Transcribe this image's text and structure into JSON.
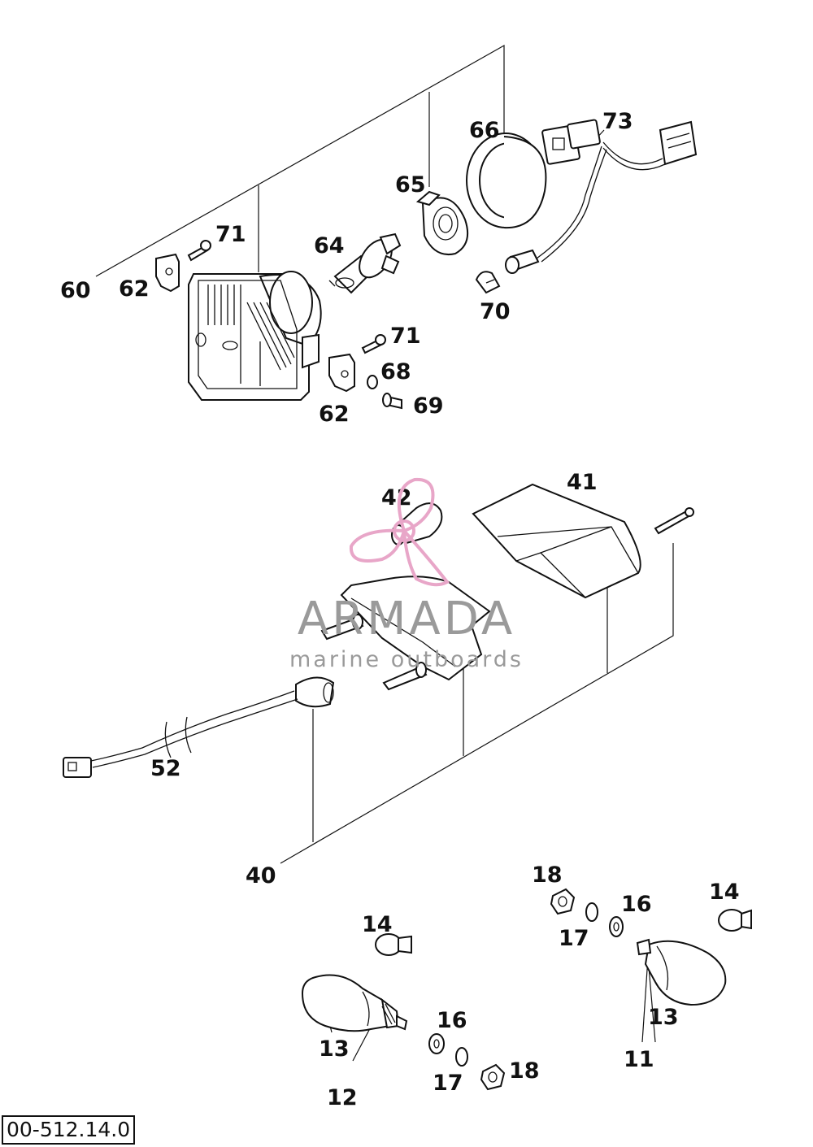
{
  "callouts": {
    "c60": "60",
    "c62a": "62",
    "c71a": "71",
    "c64": "64",
    "c65": "65",
    "c66": "66",
    "c73": "73",
    "c70": "70",
    "c71b": "71",
    "c68": "68",
    "c69": "69",
    "c62b": "62",
    "c42": "42",
    "c41": "41",
    "c52": "52",
    "c40": "40",
    "c18a": "18",
    "c17a": "17",
    "c16a": "16",
    "c14a": "14",
    "c13a": "13",
    "c11": "11",
    "c14b": "14",
    "c16b": "16",
    "c17b": "17",
    "c18b": "18",
    "c13b": "13",
    "c12": "12"
  },
  "watermark": {
    "brand": "ARMADA",
    "tagline": "marine outboards",
    "accent_color": "#e8a6c8",
    "text_color": "#9a9a9a"
  },
  "drawing_number": "00-512.14.0"
}
